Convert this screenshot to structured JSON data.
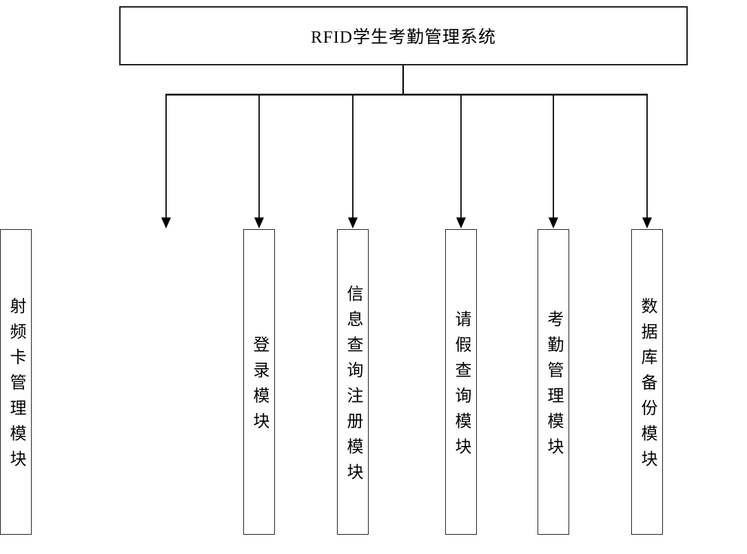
{
  "diagram": {
    "root": {
      "label": "RFID学生考勤管理系统"
    },
    "modules": [
      {
        "label": "登录模块"
      },
      {
        "label": "信息查询注册模块"
      },
      {
        "label": "请假查询模块"
      },
      {
        "label": "考勤管理模块"
      },
      {
        "label": "数据库备份模块"
      },
      {
        "label": "射频卡管理模块"
      }
    ],
    "connector": {
      "style": "orthogonal-bus-with-arrowheads",
      "arrow_icon": "arrow-down-icon"
    },
    "colors": {
      "background": "#ffffff",
      "line": "#000000",
      "box_border": "#1c1c1c",
      "text": "#000000"
    }
  }
}
